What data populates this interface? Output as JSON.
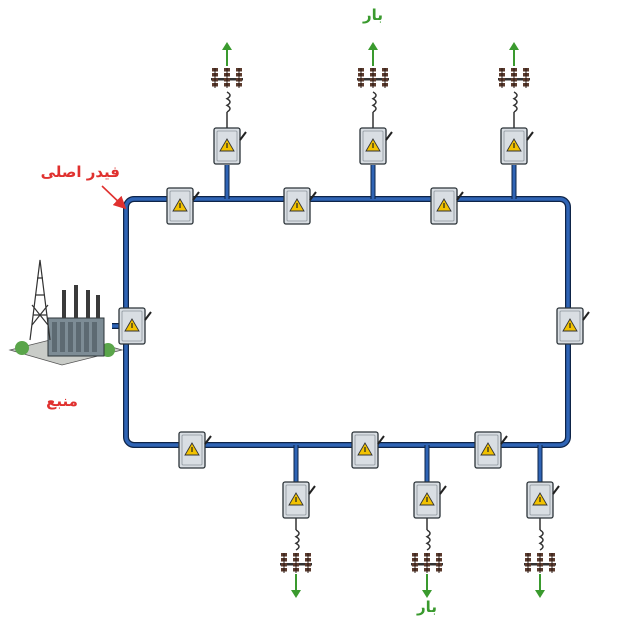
{
  "labels": {
    "main_feeder": "فیدر اصلی",
    "source": "منبع",
    "load_top": "بار",
    "load_bottom": "بار"
  },
  "colors": {
    "feeder": "#2f64b5",
    "feeder_outline": "#0e2448",
    "load_arrow": "#3a9a2e",
    "label_red": "#e0312f",
    "switch_box": "#d9dee3",
    "warning": "#f2c200"
  },
  "icons": {
    "switch": "switch-box-icon",
    "warning": "warning-icon",
    "insulator": "insulator-icon",
    "arrow": "load-arrow-icon",
    "source": "substation-icon"
  }
}
